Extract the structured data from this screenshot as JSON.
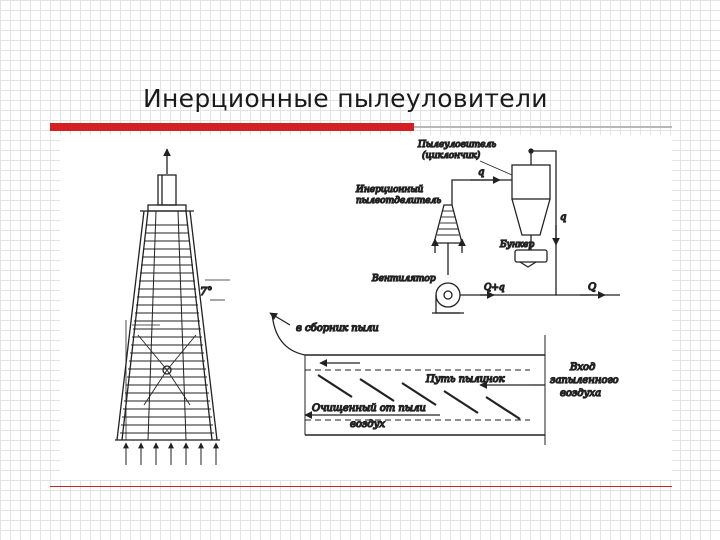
{
  "slide": {
    "title": "Инерционные пылеуловители"
  },
  "diagram": {
    "labels": {
      "cyclone": "Пылеуловитель",
      "cyclone_sub": "(циклончик)",
      "inertial_1": "Инерционный",
      "inertial_2": "пылеотделитель",
      "bunker": "Бункер",
      "fan": "Вентилятор",
      "flow_q_top": "q",
      "flow_q_right": "q",
      "flow_q_in": "Q+q",
      "flow_Q_out": "Q",
      "to_dust": "в сборник пыли",
      "dust_path": "Путь пылинок",
      "clean_air_1": "Очищенный от пыли",
      "clean_air_2": "воздух",
      "inlet_1": "Вход",
      "inlet_2": "запыленного",
      "inlet_3": "воздуха",
      "angle": "7°"
    }
  }
}
